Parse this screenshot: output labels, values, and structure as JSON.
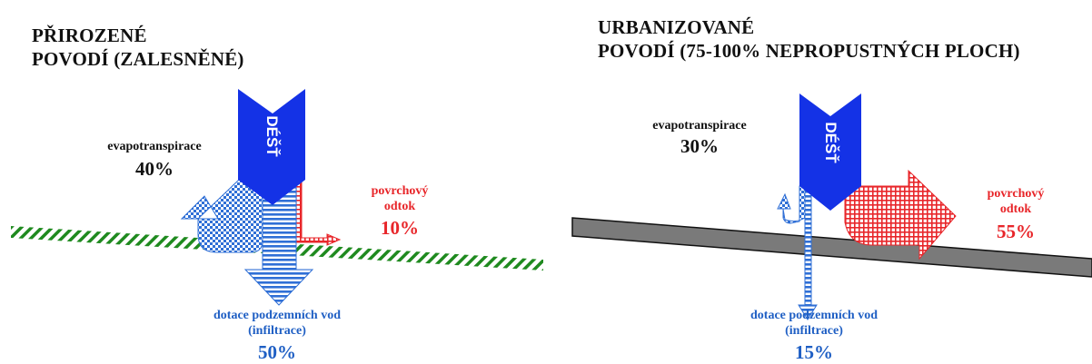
{
  "left_panel": {
    "title_line1": "PŘIROZENÉ",
    "title_line2": "POVODÍ (ZALESNĚNÉ)",
    "rain_label": "DÉŠŤ",
    "evapo_label": "evapotranspirace",
    "evapo_pct": "40%",
    "runoff_label1": "povrchový",
    "runoff_label2": "odtok",
    "runoff_pct": "10%",
    "infil_label1": "dotace podzemních vod",
    "infil_label2": "(infiltrace)",
    "infil_pct": "50%"
  },
  "right_panel": {
    "title_line1": "URBANIZOVANÉ",
    "title_line2": "POVODÍ (75-100% NEPROPUSTNÝCH PLOCH)",
    "rain_label": "DÉŠŤ",
    "evapo_label": "evapotranspirace",
    "evapo_pct": "30%",
    "runoff_label1": "povrchový",
    "runoff_label2": "odtok",
    "runoff_pct": "55%",
    "infil_label1": "dotace podzemních vod",
    "infil_label2": "(infiltrace)",
    "infil_pct": "15%"
  },
  "colors": {
    "rain": "#1432e6",
    "evapo": "#2f6fd6",
    "runoff": "#e8262a",
    "infiltration": "#2f6fd6",
    "forest_ground": "#1f8a1f",
    "urban_ground": "#7a7a7a"
  }
}
